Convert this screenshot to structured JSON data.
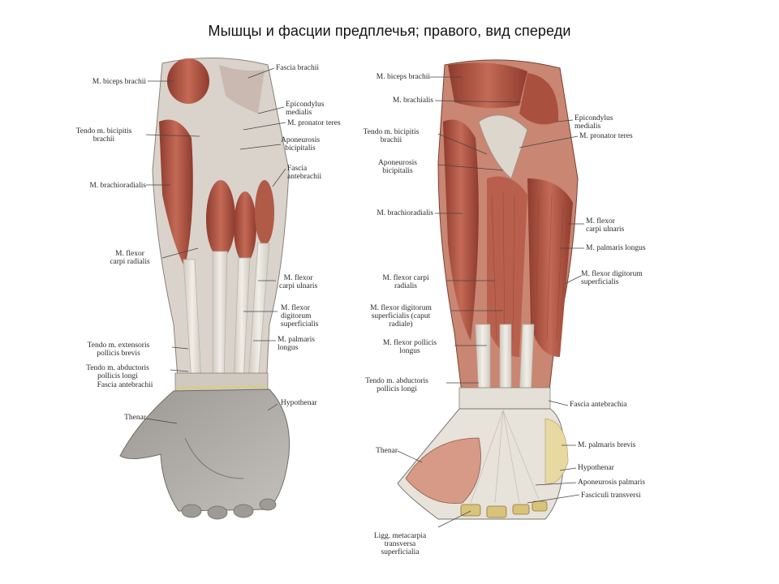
{
  "title": "Мышцы и фасции предплечья; правого, вид спереди",
  "colors": {
    "muscle": "#b85c4a",
    "muscle_dark": "#8e3b2e",
    "tendon": "#e6e3dc",
    "skin": "#a9a6a3",
    "bone": "#e8d9a0"
  },
  "left_figure": {
    "labels": [
      "M. biceps brachii",
      "Fascia brachii",
      "Epicondylus\nmedialis",
      "M. pronator teres",
      "Tendo m. bicipitis\nbrachii",
      "Aponeurosis\nbicipitalis",
      "Fascia\nantebrachii",
      "M. brachioradialis",
      "M. flexor\ncarpi radialis",
      "M. flexor\ncarpi ulnaris",
      "M. flexor\ndigitorum\nsuperficialis",
      "M. palmaris\nlongus",
      "Tendo m. extensoris\npollicis brevis",
      "Tendo m. abductoris\npollicis longi",
      "Fascia antebrachii",
      "Hypothenar",
      "Thenar"
    ]
  },
  "right_figure": {
    "labels": [
      "M. biceps brachii",
      "M. brachialis",
      "Epicondylus\nmedialis",
      "M. pronator teres",
      "Tendo m. bicipitis\nbrachii",
      "Aponeurosis\nbicipitalis",
      "M. brachioradialis",
      "M. flexor\ncarpi ulnaris",
      "M. palmaris longus",
      "M. flexor digitorum\nsuperficialis",
      "M. flexor carpi\nradialis",
      "M. flexor digitorum\nsuperficialis (caput\nradiale)",
      "M. flexor pollicis\nlongus",
      "Tendo m. abductoris\npollicis longi",
      "Fascia antebrachia",
      "Thenar",
      "M. palmaris brevis",
      "Hypothenar",
      "Aponeurosis palmaris",
      "Fasciculi transversi",
      "Ligg. metacarpia\ntransversa\nsuperficialia"
    ]
  }
}
